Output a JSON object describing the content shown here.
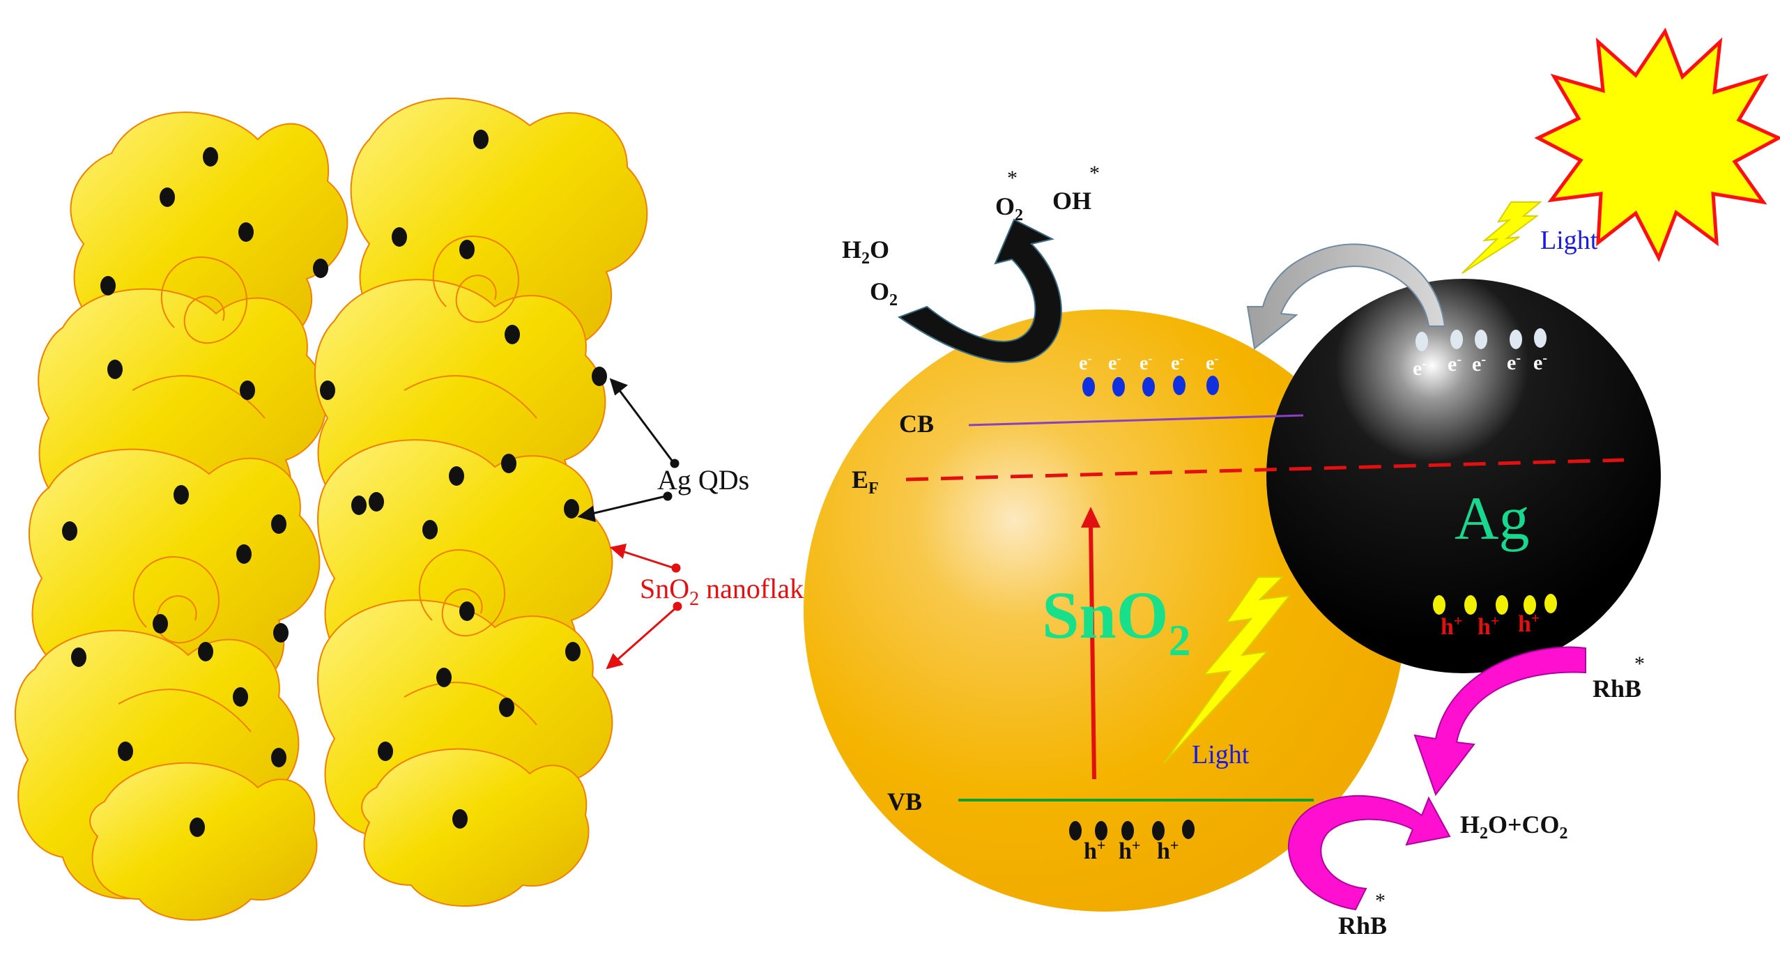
{
  "left_panel": {
    "label_ag_qds": "Ag QDs",
    "label_sno2_nanoflakes_main": "SnO",
    "label_sno2_nanoflakes_sub": "2",
    "label_sno2_nanoflakes_tail": " nanoflakes"
  },
  "right_panel": {
    "reactants": {
      "h2o_main": "H",
      "h2o_sub": "2",
      "h2o_tail": "O",
      "o2_main": "O",
      "o2_sub": "2"
    },
    "radicals": {
      "o2_main": "O",
      "o2_sub": "2",
      "o2_sup": "*",
      "oh_main": "OH",
      "oh_sup": "*"
    },
    "bands": {
      "cb": "CB",
      "vb": "VB",
      "ef_main": "E",
      "ef_sub": "F"
    },
    "electron_symbol": "e",
    "electron_charge": "-",
    "hole_symbol": "h",
    "hole_charge": "+",
    "sno2_label_main": "SnO",
    "sno2_label_sub": "2",
    "ag_label": "Ag",
    "light_label_1": "Light",
    "light_label_2": "Light",
    "rhb_main": "RhB",
    "rhb_sup": "*",
    "products_main_1": "H",
    "products_sub_1": "2",
    "products_main_2": "O+CO",
    "products_sub_2": "2"
  },
  "colors": {
    "flake": "#f5d800",
    "flake_edge": "#f08000",
    "dot": "#111111",
    "sno2_sphere": "#f5b800",
    "sno2_text": "#18e08a",
    "ag_sphere": "#000000",
    "ag_text": "#18d890",
    "electron": "#1030e0",
    "hole_ag": "#f0f000",
    "pointer_red": "#e21010",
    "label_blue": "#1a1ae0",
    "magenta": "#ff10d0",
    "cb_line": "#8a40c0",
    "vb_line": "#10a030",
    "sun_fill": "#ffff00",
    "sun_edge": "#ff1010"
  }
}
